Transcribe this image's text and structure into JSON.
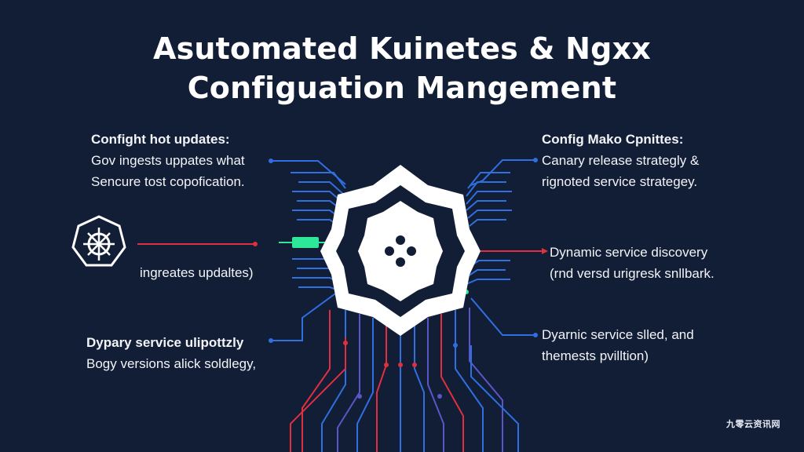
{
  "title": {
    "line1": "Asutomated Kuinetes & Ngxx",
    "line2": "Configuation Mangement"
  },
  "blocks": {
    "top_left": {
      "heading": "Confight hot updates:",
      "line1": "Gov ingests uppates what",
      "line2": "Sencure tost copofication."
    },
    "mid_left": {
      "line1": "ingreates updaltes)"
    },
    "bottom_left": {
      "heading": "Dypary service ulipottzly",
      "line1": "Bogy versions alick soldlegy,"
    },
    "top_right": {
      "heading": "Config Mako Cpnittes:",
      "line1": "Canary release strategly &",
      "line2": "rignoted service strategey."
    },
    "mid_right": {
      "line1": "Dynamic service discovery",
      "line2": "(rnd versd urigresk snllbark."
    },
    "bottom_right": {
      "line1": "Dyarnic service slled, and",
      "line2": "themests pvilltion)"
    }
  },
  "watermark": "九零云资讯网",
  "icons": {
    "left_logo": "kubernetes-helm-icon",
    "center": "dotted-core-icon"
  },
  "colors": {
    "background": "#121d36",
    "blue_line": "#2f6fe0",
    "red_line": "#e0303f",
    "purple_line": "#5a55c8",
    "green_accent": "#2ee89a",
    "white": "#ffffff"
  }
}
